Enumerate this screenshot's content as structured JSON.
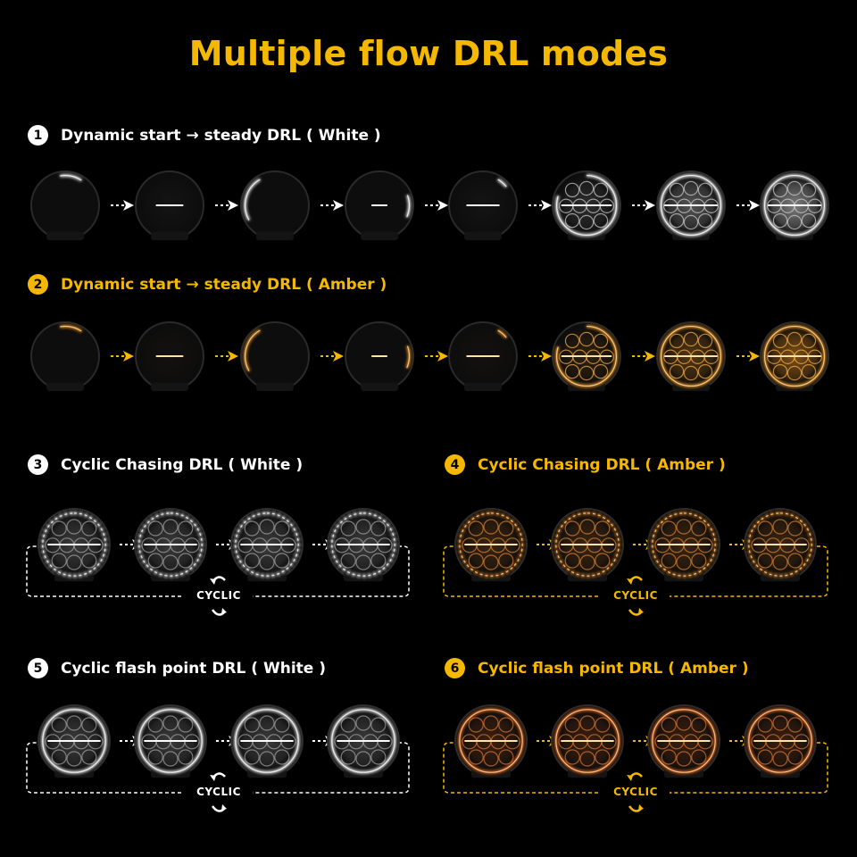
{
  "title": "Multiple flow DRL modes",
  "colors": {
    "white": "#ffffff",
    "amber": "#f5b800",
    "amber_light": "#ff9a1e",
    "background": "#000000"
  },
  "modes": [
    {
      "number": "1",
      "label": "Dynamic start → steady DRL ( White )",
      "color": "white"
    },
    {
      "number": "2",
      "label": "Dynamic start → steady DRL ( Amber )",
      "color": "amber"
    },
    {
      "number": "3",
      "label": "Cyclic Chasing DRL ( White )",
      "color": "white"
    },
    {
      "number": "4",
      "label": "Cyclic Chasing DRL ( Amber )",
      "color": "amber"
    },
    {
      "number": "5",
      "label": "Cyclic flash point DRL ( White )",
      "color": "white"
    },
    {
      "number": "6",
      "label": "Cyclic flash point DRL ( Amber )",
      "color": "amber"
    }
  ],
  "cyclic_label": "CYCLIC",
  "icons": {
    "arrow": "dashed-arrow-right-icon",
    "cycle": "cyclic-arrows-icon"
  }
}
